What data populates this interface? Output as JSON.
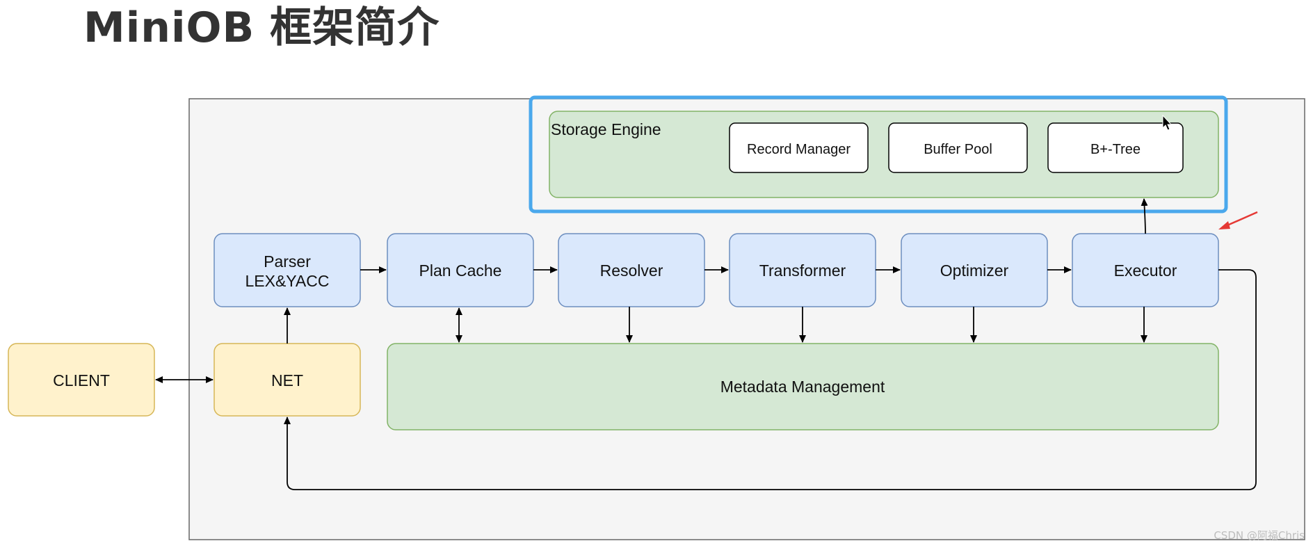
{
  "title": "MiniOB 框架简介",
  "storage_engine": {
    "label": "Storage Engine",
    "components": [
      "Record Manager",
      "Buffer Pool",
      "B+-Tree"
    ]
  },
  "pipeline": {
    "parser": [
      "Parser",
      "LEX&YACC"
    ],
    "plan_cache": "Plan Cache",
    "resolver": "Resolver",
    "transformer": "Transformer",
    "optimizer": "Optimizer",
    "executor": "Executor"
  },
  "client": "CLIENT",
  "net": "NET",
  "metadata": "Metadata Management",
  "watermark": "CSDN @阿福Chris",
  "colors": {
    "background_panel": "#f5f5f5",
    "blue_box_fill": "#dae8fc",
    "blue_box_stroke": "#6c8ebf",
    "green_box_fill": "#d5e8d4",
    "green_box_stroke": "#82b366",
    "yellow_box_fill": "#fff2cc",
    "yellow_box_stroke": "#d6b656",
    "highlight": "#4aa8ec",
    "annotation_arrow": "#e53935"
  }
}
